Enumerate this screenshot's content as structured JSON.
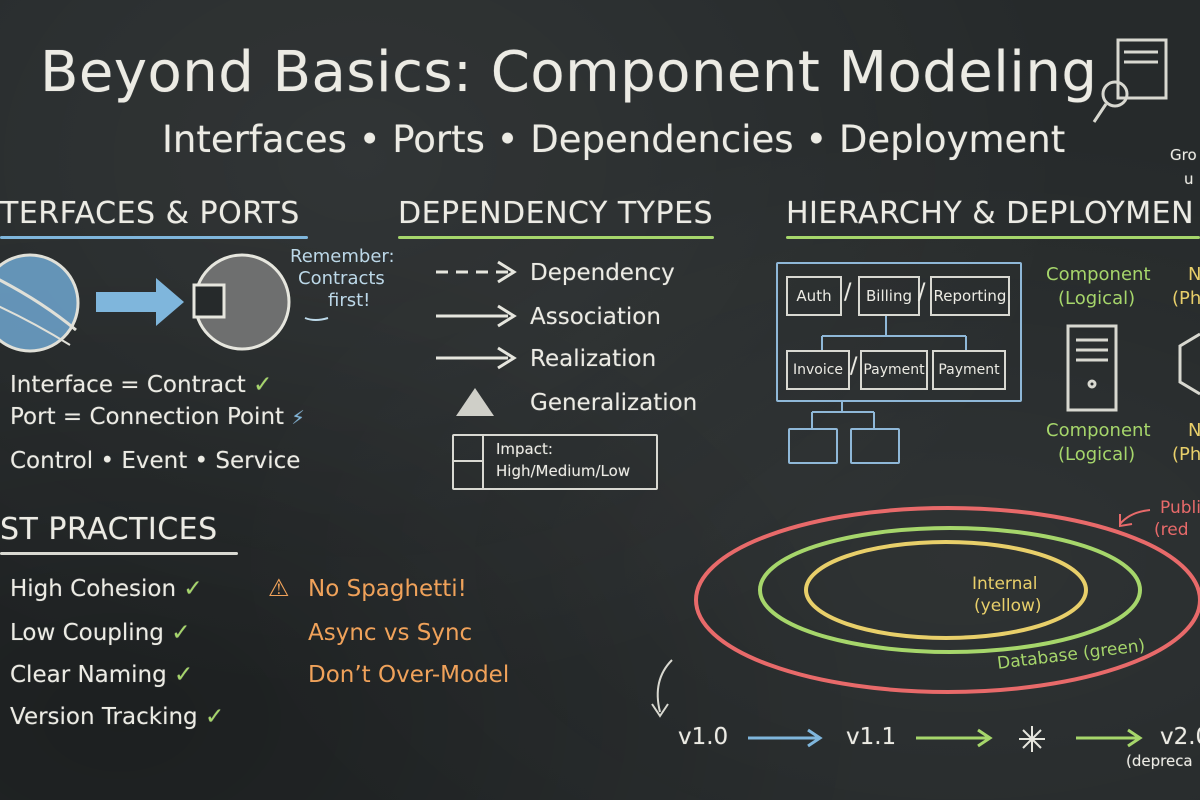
{
  "title": "Beyond Basics: Component Modeling",
  "subtitle": "Interfaces • Ports • Dependencies • Deployment",
  "corner_note": [
    "Gro",
    "u"
  ],
  "interfaces": {
    "heading": "TERFACES & PORTS",
    "remember_note": [
      "Remember:",
      "Contracts",
      "first!"
    ],
    "items": [
      "Interface = Contract",
      "Port = Connection Point"
    ],
    "types_line": "Control • Event • Service"
  },
  "dependency": {
    "heading": "DEPENDENCY TYPES",
    "types": [
      "Dependency",
      "Association",
      "Realization",
      "Generalization"
    ],
    "impact": [
      "Impact:",
      "High/Medium/Low"
    ]
  },
  "hierarchy": {
    "heading": "HIERARCHY & DEPLOYMEN",
    "top_row": [
      "Auth",
      "Billing",
      "Reporting"
    ],
    "mid_row": [
      "Invoice",
      "Payment",
      "Payment"
    ],
    "component_label": [
      "Component",
      "(Logical)"
    ],
    "component_label_2": [
      "Component",
      "(Logical)"
    ],
    "node_label": [
      "N",
      "(Ph"
    ],
    "node_label_2": [
      "N",
      "(Ph"
    ]
  },
  "rings": {
    "public": [
      "Publi",
      "(red"
    ],
    "internal": [
      "Internal",
      "(yellow)"
    ],
    "database": "Database (green)"
  },
  "versions": [
    "v1.0",
    "v1.1",
    "v2.0",
    "(depreca"
  ],
  "best_practices": {
    "heading": "ST PRACTICES",
    "good": [
      "High Cohesion",
      "Low Coupling",
      "Clear Naming",
      "Version Tracking"
    ],
    "warnings": [
      "No Spaghetti!",
      "Async vs Sync",
      "Don’t Over-Model"
    ]
  },
  "colors": {
    "blue": "#7fb6dc",
    "green": "#a6d66b",
    "yellow": "#e8cf6a",
    "orange": "#f0a25a",
    "red": "#e86a6a"
  },
  "icons": [
    "server-magnifier-icon",
    "globe-icon",
    "arrow-right-icon",
    "port-socket-icon",
    "check-icon",
    "plug-icon",
    "warning-icon",
    "tower-server-icon",
    "cube-icon",
    "sparkle-icon"
  ]
}
